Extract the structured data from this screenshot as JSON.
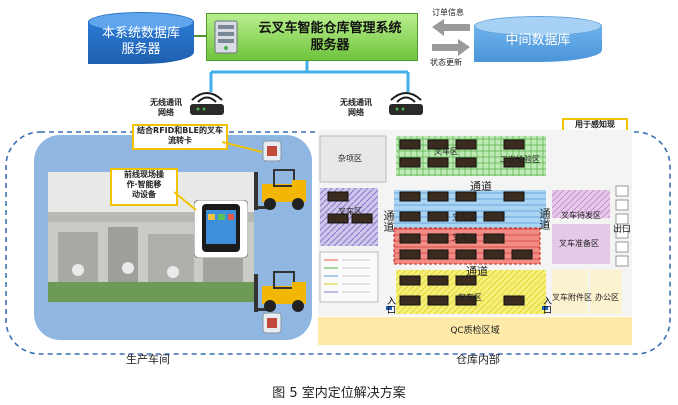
{
  "top": {
    "left_db": "本系统数据库\n服务器",
    "server": "云叉车智能仓库管理系统\n服务器",
    "right_db": "中间数据库",
    "arrow_top": "订单信息",
    "arrow_bottom": "状态更新"
  },
  "routers": {
    "left": "无线通讯\n网络",
    "right": "无线通讯\n网络"
  },
  "callouts": {
    "rfid": "结合RFID和BLE的叉车\n流转卡",
    "mobile": "前线现场操\n作·智能移\n动设备",
    "sensor": "用于感知现\n场环境信息\n和叉车位置\n的基站"
  },
  "zones": {
    "zaxiang": "杂项区",
    "erci": "二次检验区",
    "tongdao_top": "通道",
    "tongdao_mid": "通道",
    "tongdao_left": "通道",
    "tongdao_right": "通道",
    "chacheyi": "叉车区",
    "chache_wait": "叉车待发区",
    "chache_ready": "叉车准备区",
    "chache_parts": "叉车附件区",
    "office": "办公区",
    "exit": "出口",
    "entrance_left": "入口",
    "entrance_right": "入口",
    "qc": "QC质检区域"
  },
  "labels": {
    "shop": "生产车间",
    "warehouse": "仓库内部"
  },
  "caption": "图 5 室内定位解决方案"
}
